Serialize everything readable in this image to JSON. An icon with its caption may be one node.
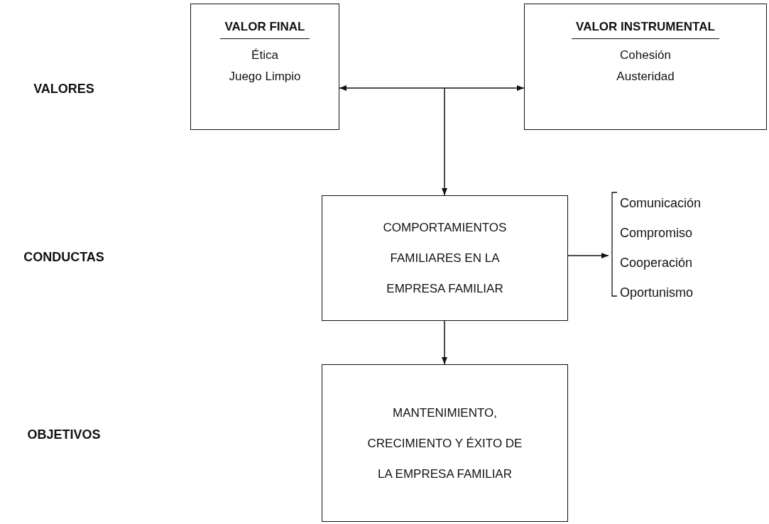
{
  "diagram": {
    "nodes": [
      {
        "text": [
          "VALOR FINAL",
          "Ética",
          "Juego Limpio"
        ]
      },
      {
        "text": [
          "VALOR INSTRUMENTAL",
          "Cohesión",
          "Austeridad"
        ]
      },
      {
        "text": [
          "COMPORTAMIENTOS FAMILIARES EN LA EMPRESA FAMILIAR"
        ]
      },
      {
        "text": [
          "MANTENIMIENTO, CRECIMIENTO Y ÉXITO DE LA EMPRESA FAMILIAR"
        ]
      },
      {
        "text": [
          "Comunicación",
          "Compromiso",
          "Cooperación",
          "Oportunismo"
        ]
      }
    ],
    "edges": [
      {
        "from": 0,
        "to": 1,
        "arrow": "both"
      },
      {
        "from": null,
        "to": 2,
        "arrow": "to"
      },
      {
        "from": 2,
        "to": 4,
        "arrow": "to"
      },
      {
        "from": 2,
        "to": 3,
        "arrow": "to"
      }
    ],
    "labels": [
      "VALORES",
      "CONDUCTAS",
      "OBJETIVOS"
    ]
  }
}
